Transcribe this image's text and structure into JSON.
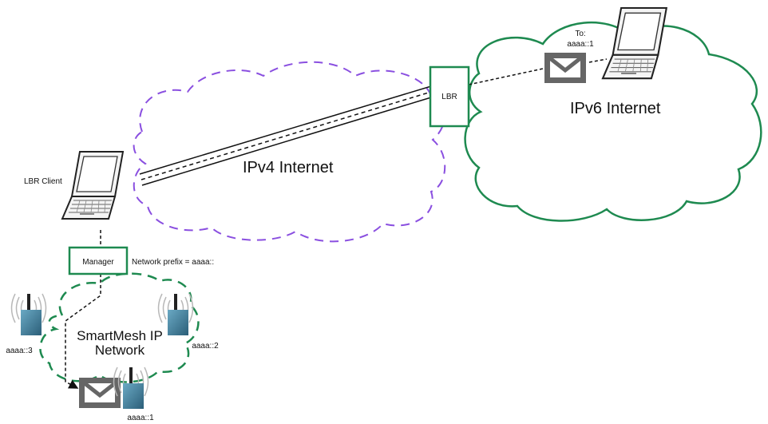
{
  "labels": {
    "ipv6_internet": "IPv6 Internet",
    "ipv4_internet": "IPv4 Internet",
    "lbr": "LBR",
    "lbr_client": "LBR Client",
    "manager": "Manager",
    "network_prefix": "Network prefix = aaaa::",
    "smartmesh_line1": "SmartMesh IP",
    "smartmesh_line2": "Network",
    "to_line1": "To:",
    "to_line2": "aaaa::1",
    "mote_3": "aaaa::3",
    "mote_2": "aaaa::2",
    "mote_1": "aaaa::1"
  },
  "colors": {
    "ipv6_cloud": "#1e8a50",
    "ipv4_cloud": "#8a4fe0",
    "mesh_cloud": "#1e8a50",
    "box_border": "#1e8a50",
    "envelope": "#666666",
    "mote": "#3f7a96"
  },
  "icons": [
    "laptop-icon",
    "envelope-icon",
    "wireless-mote-icon"
  ]
}
